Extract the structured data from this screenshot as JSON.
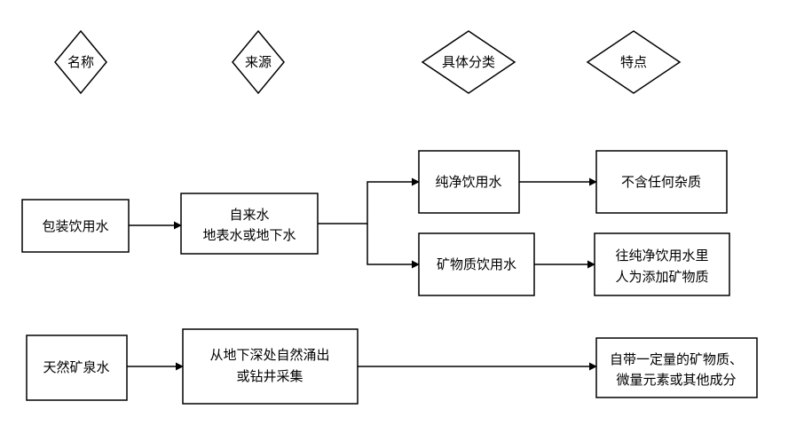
{
  "headers": {
    "name": "名称",
    "source": "来源",
    "category": "具体分类",
    "feature": "特点"
  },
  "nodes": {
    "packaged_water": "包装饮用水",
    "tap_water_line1": "自来水",
    "tap_water_line2": "地表水或地下水",
    "pure_water": "纯净饮用水",
    "no_impurities": "不含任何杂质",
    "mineral_water": "矿物质饮用水",
    "mineral_feature_line1": "往纯净饮用水里",
    "mineral_feature_line2": "人为添加矿物质",
    "natural_spring_water": "天然矿泉水",
    "spring_source_line1": "从地下深处自然涌出",
    "spring_source_line2": "或钻井采集",
    "spring_feature_line1": "自带一定量的矿物质、",
    "spring_feature_line2": "微量元素或其他成分"
  }
}
